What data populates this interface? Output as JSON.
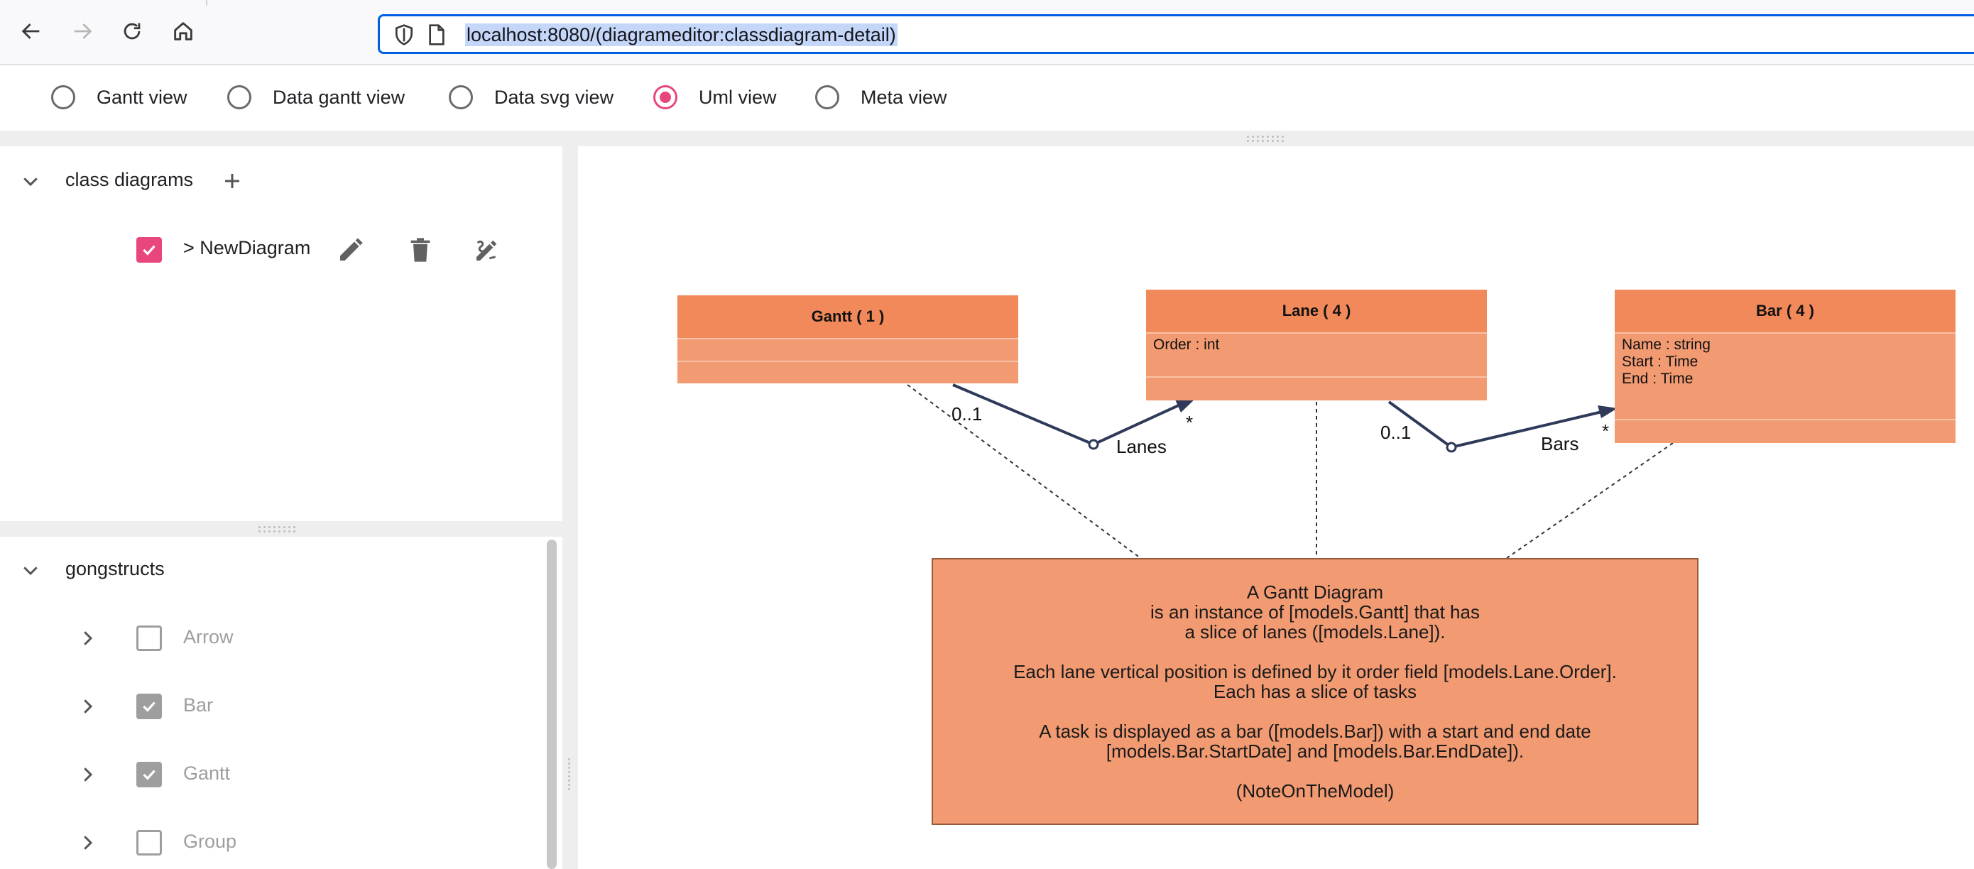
{
  "browser": {
    "url": "localhost:8080/(diagrameditor:classdiagram-detail)",
    "icons": [
      "back-icon",
      "forward-icon",
      "reload-icon",
      "home-icon",
      "shield-icon",
      "page-icon"
    ]
  },
  "views": {
    "options": [
      {
        "label": "Gantt view",
        "checked": false
      },
      {
        "label": "Data gantt view",
        "checked": false
      },
      {
        "label": "Data svg view",
        "checked": false
      },
      {
        "label": "Uml view",
        "checked": true
      },
      {
        "label": "Meta view",
        "checked": false
      }
    ]
  },
  "classdiagrams": {
    "title": "class diagrams",
    "items": [
      {
        "label": "> NewDiagram",
        "checked": true
      }
    ]
  },
  "gongstructs": {
    "title": "gongstructs",
    "items": [
      {
        "label": "Arrow",
        "checked": false
      },
      {
        "label": "Bar",
        "checked": true
      },
      {
        "label": "Gantt",
        "checked": true
      },
      {
        "label": "Group",
        "checked": false
      }
    ]
  },
  "diagram": {
    "classes": [
      {
        "title": "Gantt ( 1 )",
        "fields": []
      },
      {
        "title": "Lane ( 4 )",
        "fields": [
          "Order : int"
        ]
      },
      {
        "title": "Bar ( 4 )",
        "fields": [
          "Name : string",
          "Start : Time",
          "End : Time"
        ]
      }
    ],
    "links": [
      {
        "name": "Lanes",
        "source_multiplicity": "0..1",
        "target_multiplicity": "*"
      },
      {
        "name": "Bars",
        "source_multiplicity": "0..1",
        "target_multiplicity": "*"
      }
    ],
    "note": {
      "lines": [
        "A Gantt Diagram",
        "is an instance of [models.Gantt] that has",
        "a slice of lanes ([models.Lane]).",
        "",
        "Each lane vertical position is defined by it order field [models.Lane.Order].",
        "Each has a slice of tasks",
        "",
        "A task is displayed as a bar ([models.Bar]) with a start and end date",
        "[models.Bar.StartDate] and [models.Bar.EndDate]).",
        "",
        "(NoteOnTheModel)"
      ]
    },
    "colors": {
      "class_head": "#f2895a",
      "class_body": "#f29a72",
      "link": "#2f3a5a",
      "accent": "#e8467c"
    }
  }
}
